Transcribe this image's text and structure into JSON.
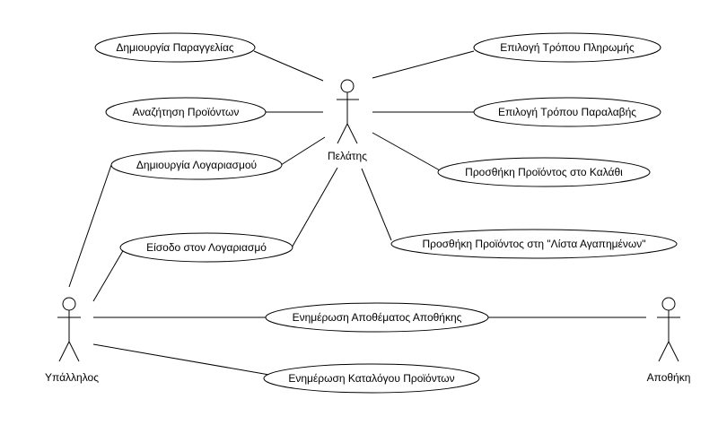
{
  "actors": {
    "customer": "Πελάτης",
    "employee": "Υπάλληλος",
    "warehouse": "Αποθήκη"
  },
  "use_cases": {
    "create_order": "Δημιουργία Παραγγελίας",
    "search_products": "Αναζήτηση Προϊόντων",
    "create_account": "Δημιουργία Λογαριασμού",
    "login": "Είσοδο στον Λογαριασμό",
    "payment_method": "Επιλογή Τρόπου Πληρωμής",
    "delivery_method": "Επιλογή Τρόπου Παραλαβής",
    "add_to_cart": "Προσθήκη Προϊόντος στο Καλάθι",
    "add_to_wishlist": "Προσθήκη Προϊόντος στη \"Λίστα Αγαπημένων\"",
    "update_stock": "Ενημέρωση Αποθέματος Αποθήκης",
    "update_catalog": "Ενημέρωση Καταλόγου Προϊόντων"
  }
}
